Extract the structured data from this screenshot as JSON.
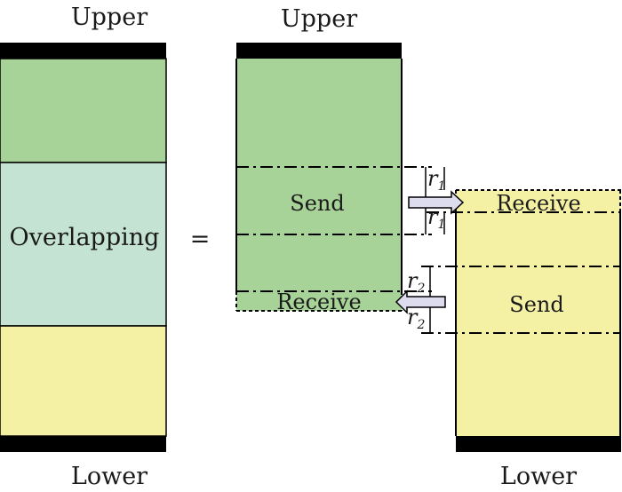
{
  "left_column": {
    "top_label": "Upper",
    "bottom_label": "Lower",
    "middle_label": "Overlapping",
    "colors": {
      "upper": "#a7d398",
      "overlap": "#c5e3d2",
      "lower": "#f4f1a4",
      "bar": "#000000"
    }
  },
  "equals_sign": "=",
  "upper_block": {
    "top_label": "Upper",
    "send_label": "Send",
    "receive_label": "Receive"
  },
  "lower_block": {
    "bottom_label": "Lower",
    "receive_label": "Receive",
    "send_label": "Send"
  },
  "arrows": {
    "r1_top": {
      "base": "r",
      "subscript": "1"
    },
    "r1_bottom": {
      "base": "r",
      "subscript": "1"
    },
    "r2_top": {
      "base": "r",
      "subscript": "2"
    },
    "r2_bottom": {
      "base": "r",
      "subscript": "2"
    },
    "arrow_fill": "#dcdcee"
  }
}
